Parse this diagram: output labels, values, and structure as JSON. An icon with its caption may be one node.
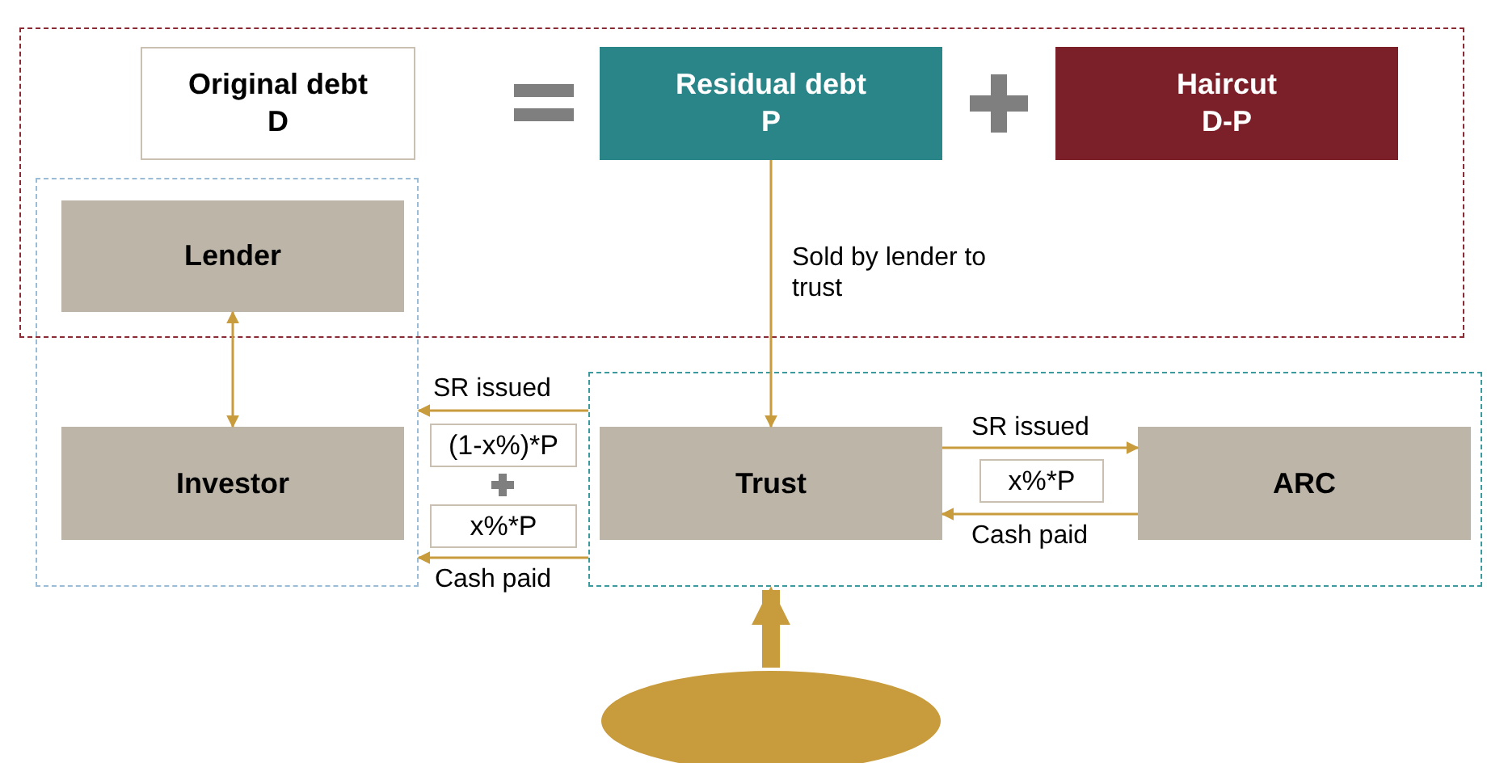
{
  "diagram": {
    "nodes": [
      {
        "text": [],
        "shape": "box"
      },
      {
        "text": [
          "Original debt",
          "D"
        ],
        "in": 0
      },
      {
        "text": [
          "Residual debt",
          "P"
        ],
        "in": 0
      },
      {
        "text": [
          "Haircut",
          "D-P"
        ],
        "in": 0
      },
      {
        "text": [],
        "shape": "box"
      },
      {
        "text": [
          "Lender"
        ]
      },
      {
        "text": [
          "Investor"
        ],
        "in": 4
      },
      {
        "text": [],
        "shape": "box"
      },
      {
        "text": [
          "Trust"
        ],
        "in": 7
      },
      {
        "text": [
          "ARC"
        ],
        "in": 7
      },
      {
        "text": [
          "(1-x%)*P"
        ]
      },
      {
        "text": [
          "x%*P"
        ]
      },
      {
        "text": [
          "x%*P"
        ],
        "in": 7
      },
      {
        "text": [],
        "shape": "ellipse"
      }
    ],
    "edges": [
      {
        "from": 2,
        "to": 8,
        "arrow": "to",
        "label": "Sold by lender to trust"
      },
      {
        "from": 5,
        "to": 6,
        "arrow": "both"
      },
      {
        "from": 7,
        "to": 4,
        "arrow": "to",
        "label": "SR issued"
      },
      {
        "from": 7,
        "to": 4,
        "arrow": "to",
        "label": "Cash paid"
      },
      {
        "from": 8,
        "to": 9,
        "arrow": "to",
        "label": "SR issued"
      },
      {
        "from": 9,
        "to": 8,
        "arrow": "to",
        "label": "Cash paid"
      },
      {
        "from": 13,
        "to": 7,
        "arrow": "to",
        "style": "thick"
      }
    ]
  }
}
